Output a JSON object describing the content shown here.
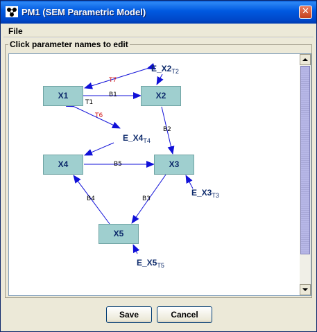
{
  "window": {
    "title": "PM1 (SEM Parametric Model)",
    "close_glyph": "✕"
  },
  "menu": {
    "file": "File"
  },
  "panel": {
    "label": "Click parameter names to edit"
  },
  "nodes": {
    "X1": "X1",
    "X2": "X2",
    "X3": "X3",
    "X4": "X4",
    "X5": "X5"
  },
  "errors": {
    "E_X2": {
      "name": "E_X2",
      "sub": "T2"
    },
    "E_X4": {
      "name": "E_X4",
      "sub": "T4"
    },
    "E_X3": {
      "name": "E_X3",
      "sub": "T3"
    },
    "E_X5": {
      "name": "E_X5",
      "sub": "T5"
    }
  },
  "edge_labels": {
    "B1": "B1",
    "B2": "B2",
    "B3": "B3",
    "B4": "B4",
    "B5": "B5",
    "T1": "T1",
    "T6": "T6",
    "T7": "T7"
  },
  "colors": {
    "arrow": "#1010d8",
    "node_fill": "#9fcfcf",
    "node_text": "#0d2a6b",
    "covariance_label": "#d01010"
  },
  "buttons": {
    "save": "Save",
    "cancel": "Cancel"
  },
  "icons": {
    "app": "graph-app-icon",
    "close": "close-icon"
  }
}
